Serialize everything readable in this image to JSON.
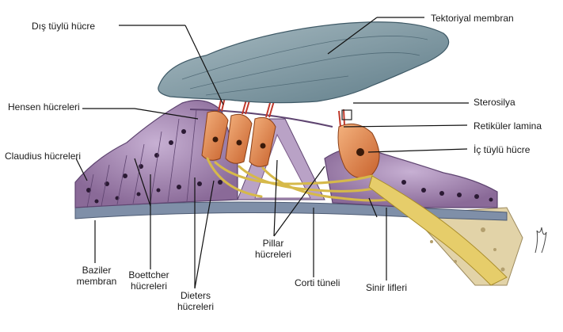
{
  "labels": {
    "dis_tuylu_hucre": "Dış tüylü hücre",
    "tektoriyal_membran": "Tektoriyal membran",
    "hensen_hucreleri": "Hensen hücreleri",
    "sterosilya": "Sterosilya",
    "retikuler_lamina": "Retiküler lamina",
    "ic_tuylu_hucre": "İç tüylü hücre",
    "claudius_hucreleri": "Claudius hücreleri",
    "baziler_membran_1": "Baziler",
    "baziler_membran_2": "membran",
    "boettcher_1": "Boettcher",
    "boettcher_2": "hücreleri",
    "dieters_1": "Dieters",
    "dieters_2": "hücreleri",
    "pillar_1": "Pillar",
    "pillar_2": "hücreleri",
    "corti_tuneli": "Corti tüneli",
    "sinir_lifleri": "Sinir lifleri"
  },
  "colors": {
    "tectorial": "#7b96a0",
    "support_cells": "#9a7aa8",
    "hair_cells": "#e58a4e",
    "nerve": "#d9c36a",
    "basilar": "#6d7f98",
    "bone": "#d8c79a"
  }
}
